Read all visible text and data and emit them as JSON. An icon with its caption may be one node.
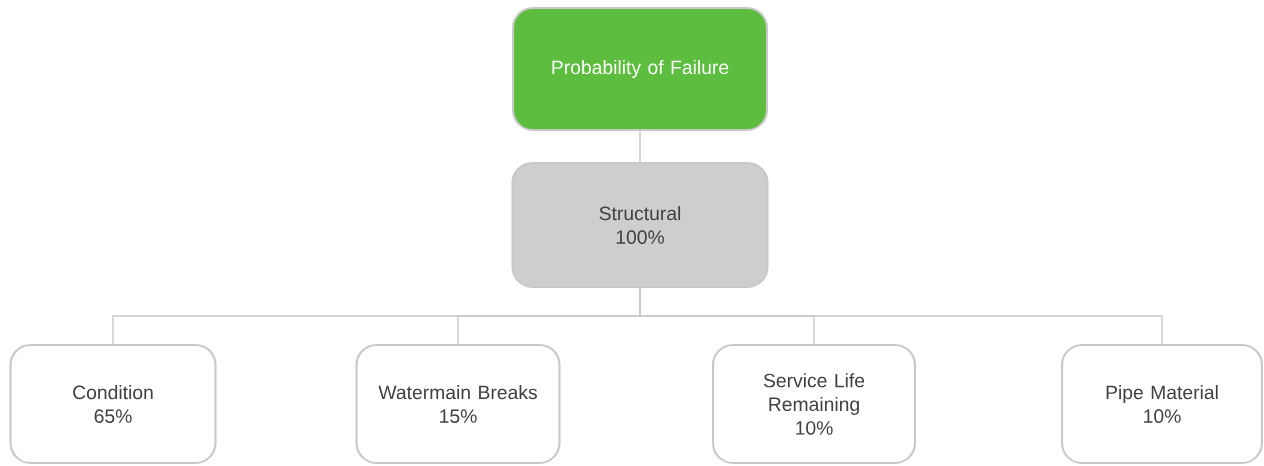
{
  "diagram": {
    "nodes": [
      {
        "text": [
          "Probability of Failure"
        ]
      },
      {
        "text": [
          "Structural",
          "100%"
        ]
      },
      {
        "text": [
          "Condition",
          "65%"
        ]
      },
      {
        "text": [
          "Watermain Breaks",
          "15%"
        ]
      },
      {
        "text": [
          "Service Life Remaining",
          "10%"
        ]
      },
      {
        "text": [
          "Pipe Material",
          "10%"
        ]
      }
    ],
    "edges": [
      {
        "from": 0,
        "to": 1,
        "arrow": "none"
      },
      {
        "from": 1,
        "to": 2,
        "arrow": "none"
      },
      {
        "from": 1,
        "to": 3,
        "arrow": "none"
      },
      {
        "from": 1,
        "to": 4,
        "arrow": "none"
      },
      {
        "from": 1,
        "to": 5,
        "arrow": "none"
      }
    ]
  }
}
